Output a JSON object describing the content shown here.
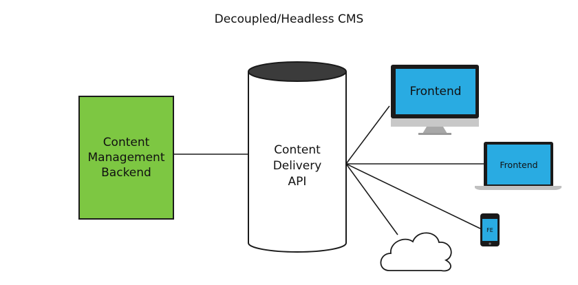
{
  "title": "Decoupled/Headless CMS",
  "backend": {
    "lines": [
      "Content",
      "Management",
      "Backend"
    ],
    "color": "#7dc742"
  },
  "api": {
    "lines": [
      "Content",
      "Delivery",
      "API"
    ]
  },
  "devices": {
    "desktop_label": "Frontend",
    "laptop_label": "Frontend",
    "phone_label": "FE",
    "screen_color": "#29abe2"
  },
  "icons": {
    "cloud": "cloud-icon",
    "desktop": "desktop-monitor-icon",
    "laptop": "laptop-icon",
    "phone": "smartphone-icon",
    "database": "database-cylinder-icon"
  }
}
